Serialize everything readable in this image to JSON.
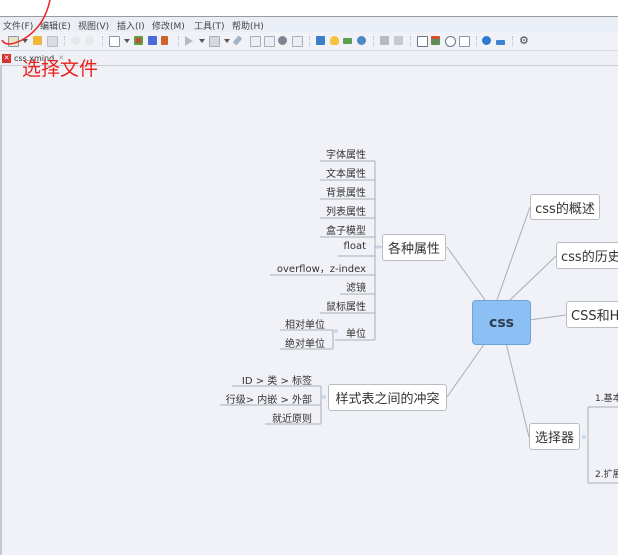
{
  "menubar": {
    "items": [
      {
        "label": "文件(F)"
      },
      {
        "label": "编辑(E)"
      },
      {
        "label": "视图(V)"
      },
      {
        "label": "插入(I)"
      },
      {
        "label": "修改(M)"
      },
      {
        "label": "工具(T)"
      },
      {
        "label": "帮助(H)"
      }
    ]
  },
  "toolbar": {
    "icons": [
      "new-file-icon",
      "open-folder-icon",
      "save-icon",
      "undo-icon",
      "redo-icon",
      "topic-icon",
      "subtopic-icon",
      "list-icon",
      "relationship-icon",
      "presentation-icon",
      "export-icon",
      "attach-icon",
      "outline-icon",
      "notes-icon",
      "style-icon",
      "format-icon",
      "image-icon",
      "idea-icon",
      "filter-icon",
      "marker-icon",
      "drill-icon",
      "zoom-in-icon",
      "window-icon",
      "calendar-icon",
      "clock-icon",
      "search-icon",
      "share-icon",
      "upload-icon",
      "settings-icon"
    ]
  },
  "tab": {
    "label": "css.xmind",
    "close": "✕"
  },
  "annotation": {
    "text": "选择文件",
    "color": "#e8221d"
  },
  "mindmap": {
    "root": "css",
    "right_branches": [
      {
        "label": "css的概述"
      },
      {
        "label": "css的历史"
      },
      {
        "label": "CSS和H"
      },
      {
        "label": "选择器",
        "children": [
          "1.基本",
          "2.扩展"
        ]
      }
    ],
    "left_branches": [
      {
        "label": "各种属性",
        "children": [
          "字体属性",
          "文本属性",
          "背景属性",
          "列表属性",
          "盒子模型",
          "float",
          "overflow，z-index",
          "滤镜",
          "鼠标属性",
          "单位"
        ],
        "unit_children": [
          "相对单位",
          "绝对单位"
        ]
      },
      {
        "label": "样式表之间的冲突",
        "children": [
          "ID > 类 > 标签",
          "行级> 内嵌 > 外部",
          "就近原则"
        ]
      }
    ]
  }
}
